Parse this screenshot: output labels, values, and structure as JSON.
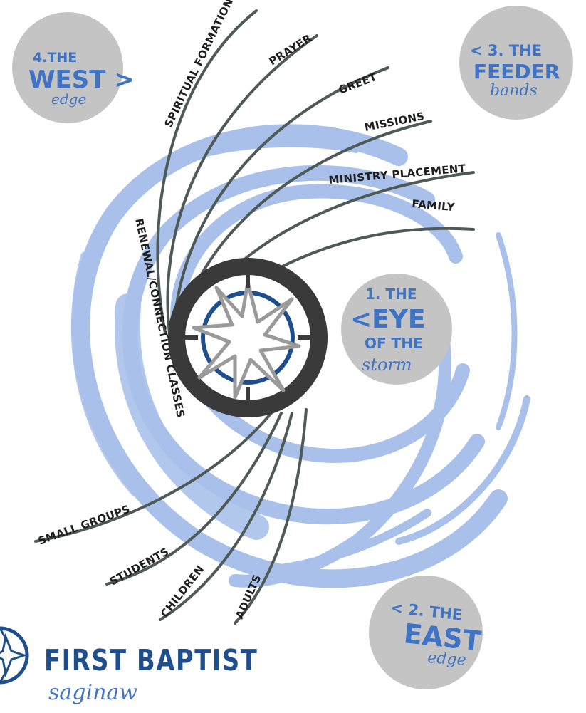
{
  "diagram": {
    "bands_top": [
      "SPIRITUAL  FORMATION",
      "PRAYER",
      "GREET",
      "MISSIONS",
      "MINISTRY PLACEMENT",
      "FAMILY"
    ],
    "band_left": "RENEWAL/CONNECTION CLASSES",
    "bands_bottom": [
      "SMALL GROUPS",
      "STUDENTS",
      "CHILDREN",
      "ADULTS"
    ],
    "circles": {
      "west": {
        "line1": "4.THE",
        "line2": "WEST >",
        "script": "edge"
      },
      "feeder": {
        "line1": "< 3. THE",
        "line2": "FEEDER",
        "script": "bands"
      },
      "eye": {
        "line1": "1. THE",
        "line2": "<EYE",
        "line3": "OF THE",
        "script": "storm"
      },
      "east": {
        "line1": "< 2. THE",
        "line2": "EAST",
        "script": "edge"
      }
    }
  },
  "brand": {
    "name": "FIRST BAPTIST",
    "sub": "saginaw"
  },
  "colors": {
    "swirl": "#a9c1ea",
    "band": "#4e5a57",
    "circle": "#c4c4c4",
    "accent": "#3f73c4",
    "hub": "#3a3a3a",
    "compass_ring": "#1f4e8c"
  }
}
